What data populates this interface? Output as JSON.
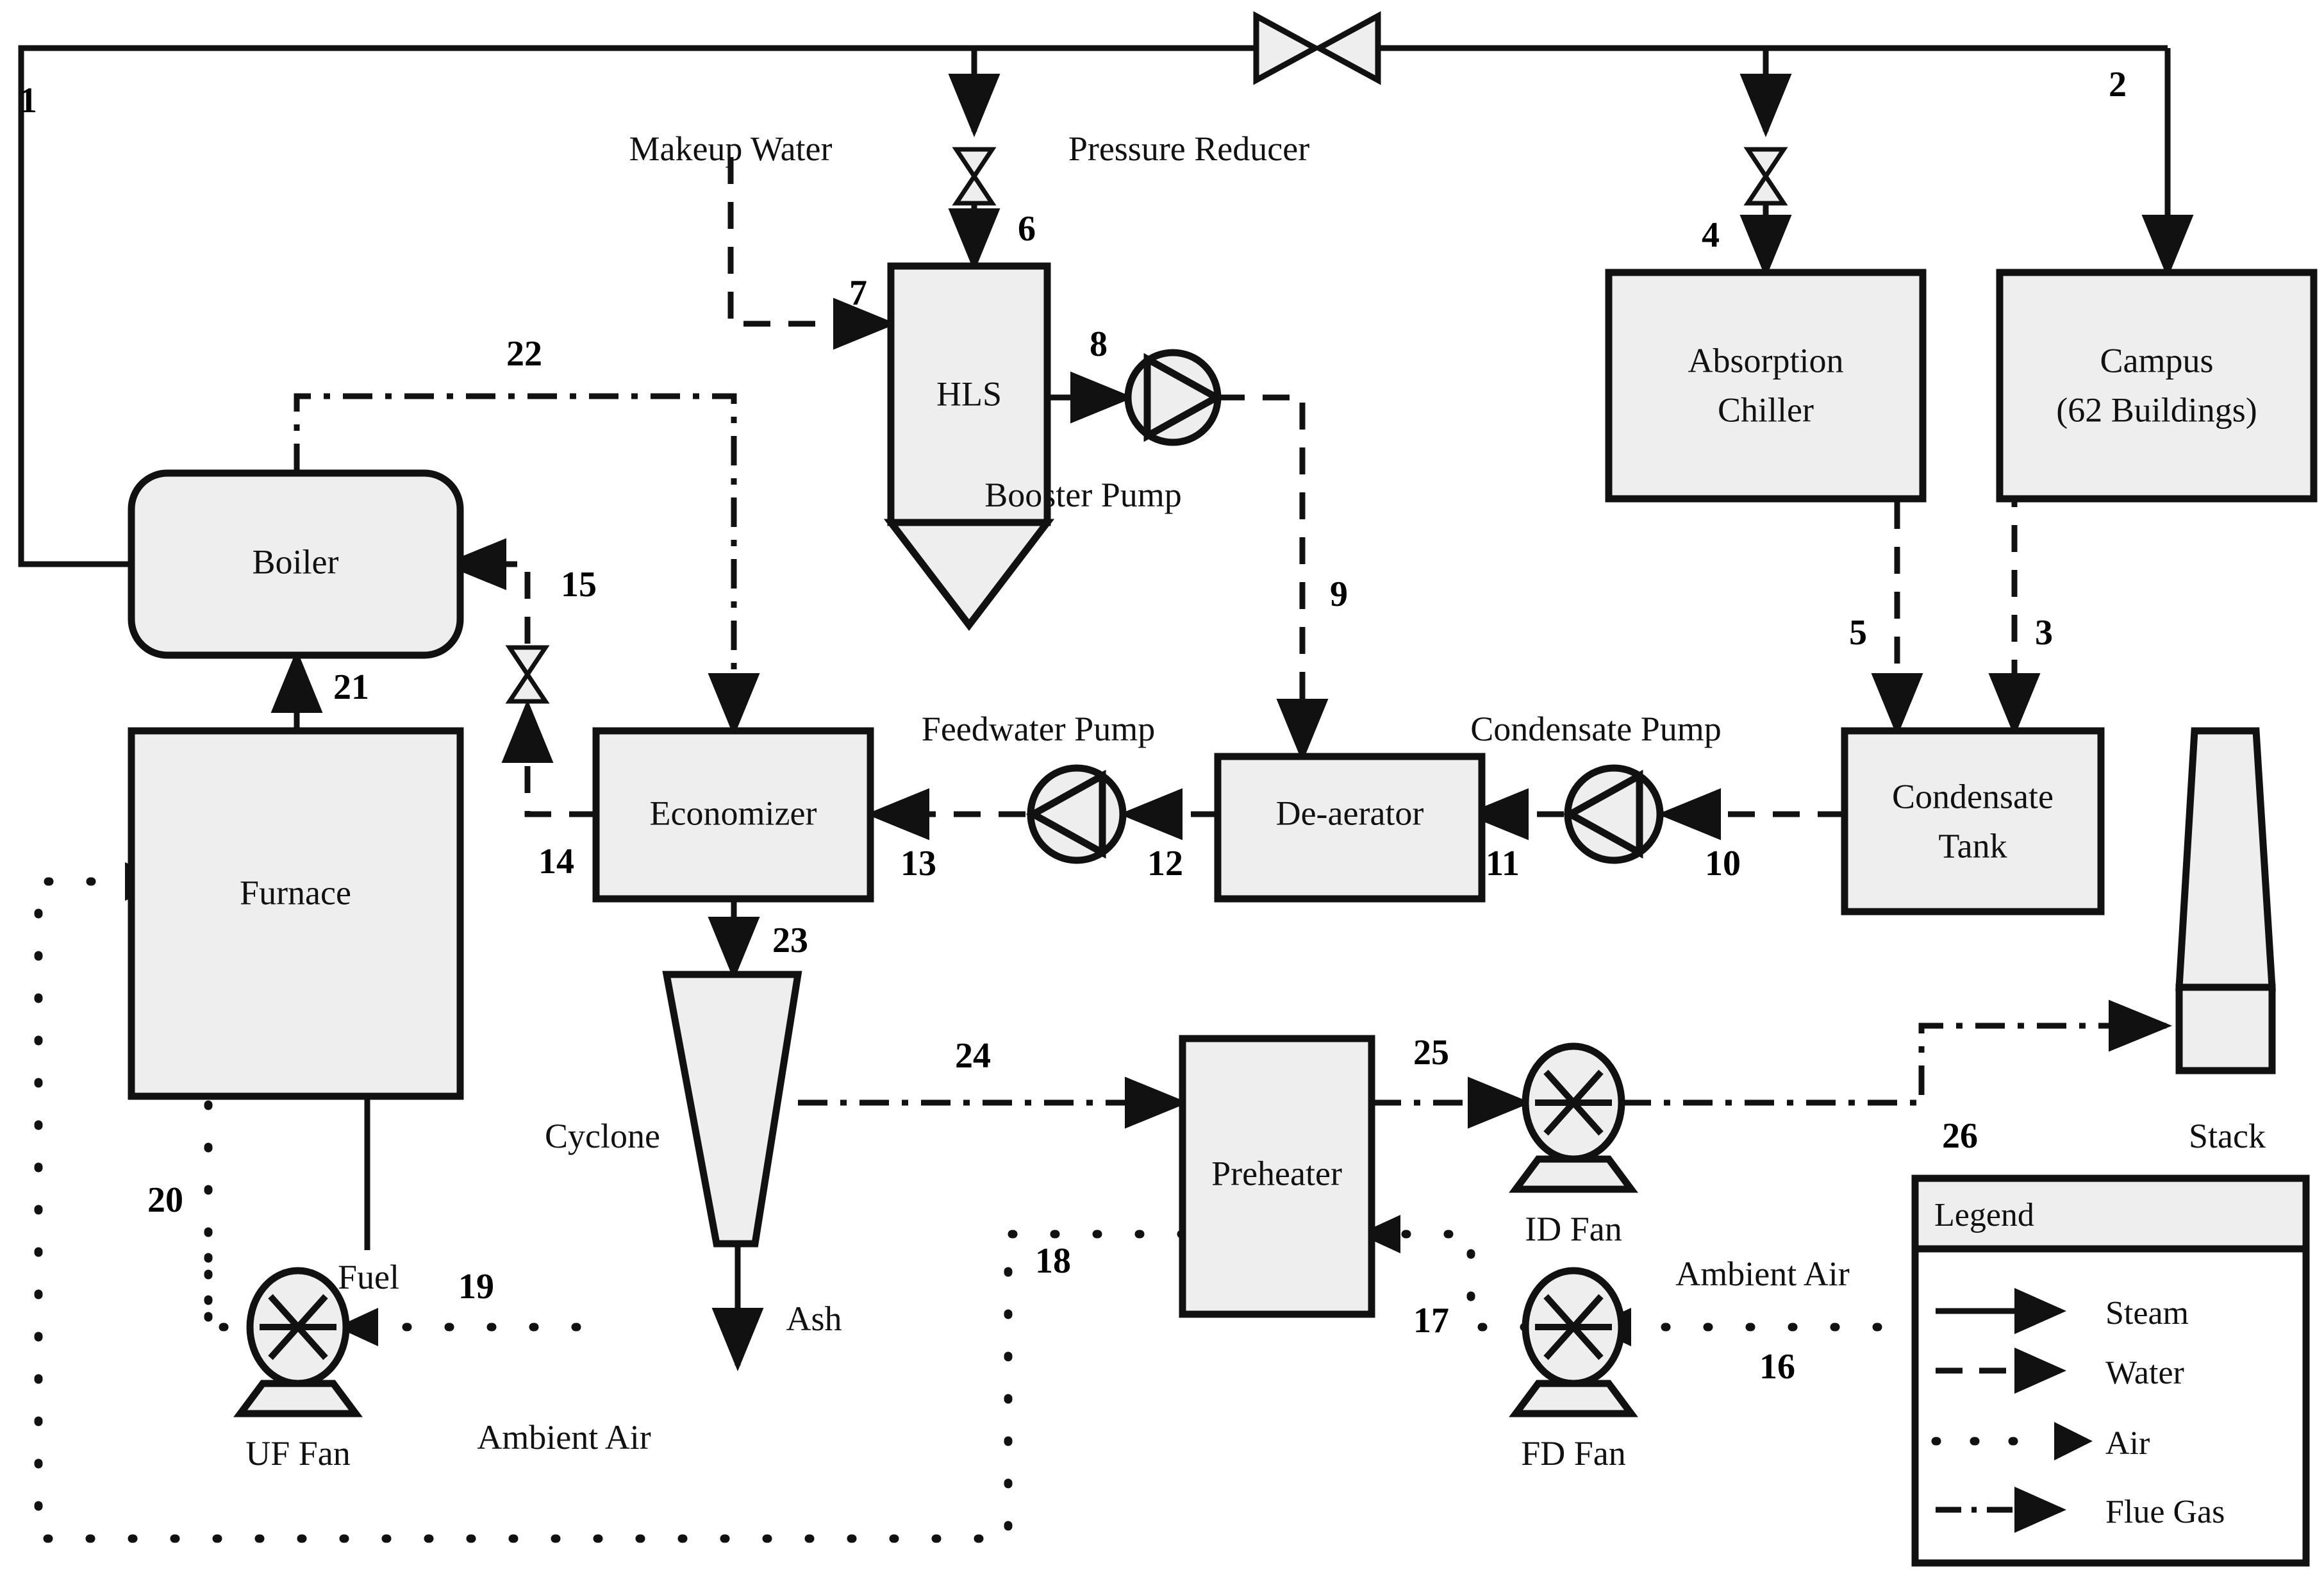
{
  "diagram": {
    "title": "Cogeneration Plant Process Flow Diagram",
    "colors": {
      "line": "#111111",
      "unit_fill": "#eeeeee",
      "unit_stroke": "#111111",
      "background": "#ffffff"
    },
    "units": [
      {
        "id": "boiler",
        "label": "Boiler"
      },
      {
        "id": "furnace",
        "label": "Furnace"
      },
      {
        "id": "hls",
        "label": "HLS"
      },
      {
        "id": "absorption_chiller_l1",
        "label": "Absorption"
      },
      {
        "id": "absorption_chiller_l2",
        "label": "Chiller"
      },
      {
        "id": "campus_l1",
        "label": "Campus"
      },
      {
        "id": "campus_l2",
        "label": "(62 Buildings)"
      },
      {
        "id": "economizer",
        "label": "Economizer"
      },
      {
        "id": "deaerator",
        "label": "De-aerator"
      },
      {
        "id": "condensate_tank_l1",
        "label": "Condensate"
      },
      {
        "id": "condensate_tank_l2",
        "label": "Tank"
      },
      {
        "id": "preheater",
        "label": "Preheater"
      },
      {
        "id": "cyclone",
        "label": "Cyclone"
      },
      {
        "id": "stack",
        "label": "Stack"
      }
    ],
    "equipment_labels": [
      {
        "id": "pressure_reducer",
        "label": "Pressure Reducer"
      },
      {
        "id": "booster_pump",
        "label": "Booster Pump"
      },
      {
        "id": "feedwater_pump",
        "label": "Feedwater Pump"
      },
      {
        "id": "condensate_pump",
        "label": "Condensate Pump"
      },
      {
        "id": "id_fan",
        "label": "ID Fan"
      },
      {
        "id": "fd_fan",
        "label": "FD Fan"
      },
      {
        "id": "uf_fan",
        "label": "UF Fan"
      }
    ],
    "flow_labels": [
      {
        "id": "makeup_water",
        "label": "Makeup Water"
      },
      {
        "id": "fuel",
        "label": "Fuel"
      },
      {
        "id": "ash",
        "label": "Ash"
      },
      {
        "id": "ambient_air_1",
        "label": "Ambient Air"
      },
      {
        "id": "ambient_air_2",
        "label": "Ambient Air"
      }
    ],
    "stream_numbers": [
      "1",
      "2",
      "3",
      "4",
      "5",
      "6",
      "7",
      "8",
      "9",
      "10",
      "11",
      "12",
      "13",
      "14",
      "15",
      "16",
      "17",
      "18",
      "19",
      "20",
      "21",
      "22",
      "23",
      "24",
      "25",
      "26"
    ],
    "legend": {
      "title": "Legend",
      "items": [
        {
          "id": "steam",
          "label": "Steam",
          "style": "solid"
        },
        {
          "id": "water",
          "label": "Water",
          "style": "dashed"
        },
        {
          "id": "air",
          "label": "Air",
          "style": "dotted"
        },
        {
          "id": "flue_gas",
          "label": "Flue Gas",
          "style": "dashdot"
        }
      ]
    }
  }
}
